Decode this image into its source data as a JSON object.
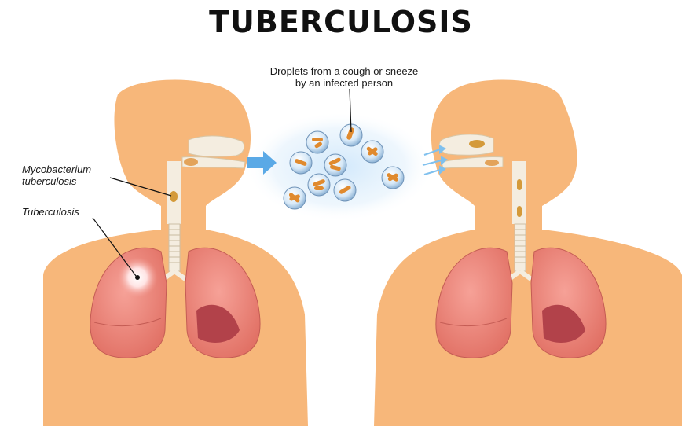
{
  "title": "TUBERCULOSIS",
  "labels": {
    "droplets_line1": "Droplets from a cough or sneeze",
    "droplets_line2": "by an infected person",
    "myco_line1": "Mycobacterium",
    "myco_line2": "tuberculosis",
    "tb": "Tuberculosis"
  },
  "colors": {
    "skin": "#F7B77A",
    "lung": "#EC8275",
    "lung_dark": "#B2424A",
    "airway": "#F4EDE0",
    "droplet": "#D4E8F8",
    "bacteria": "#E08A2E",
    "arrow": "#5AA9E6"
  }
}
